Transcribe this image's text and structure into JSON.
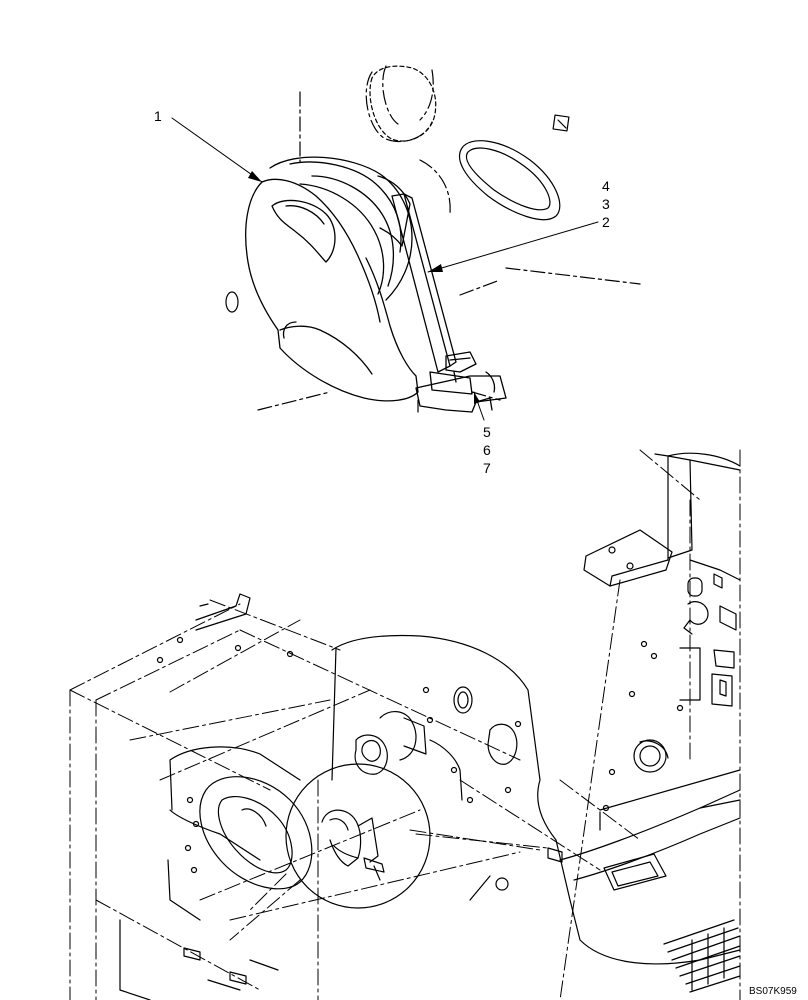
{
  "callouts": {
    "c1": "1",
    "c4": "4",
    "c3": "3",
    "c2": "2",
    "c5": "5",
    "c6": "6",
    "c7": "7"
  },
  "reference_code": "BS07K959"
}
